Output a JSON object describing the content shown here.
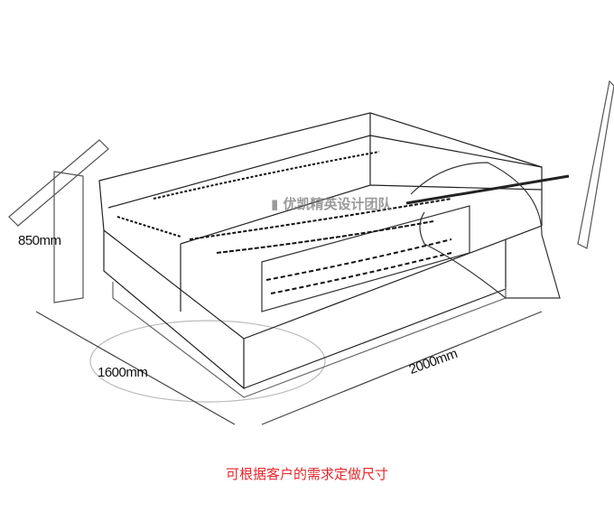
{
  "dimensions": {
    "height": "850mm",
    "depth": "1600mm",
    "width": "2000mm"
  },
  "caption": "可根据客户的需求定做尺寸",
  "watermark": "优凯精英设计团队",
  "colors": {
    "caption": "#e8262b",
    "line": "#222222"
  }
}
